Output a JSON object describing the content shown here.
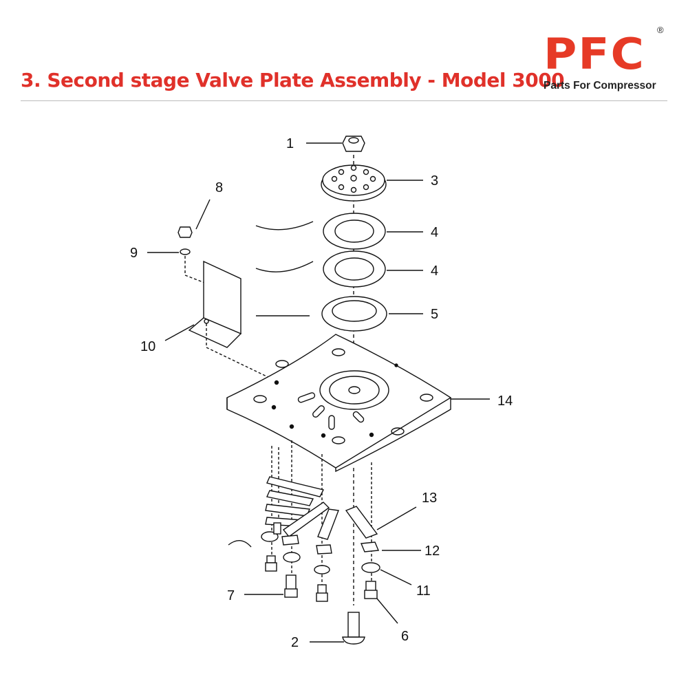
{
  "header": {
    "title": "3. Second stage Valve Plate Assembly - Model 3000",
    "logo_text": "PFC",
    "logo_registered": "®",
    "logo_tagline": "Parts For Compressor"
  },
  "colors": {
    "accent": "#e0312a",
    "logo": "#e63a26"
  },
  "diagram": {
    "callouts": [
      "1",
      "3",
      "4",
      "4",
      "5",
      "8",
      "9",
      "10",
      "14",
      "13",
      "12",
      "11",
      "7",
      "6",
      "2"
    ]
  }
}
